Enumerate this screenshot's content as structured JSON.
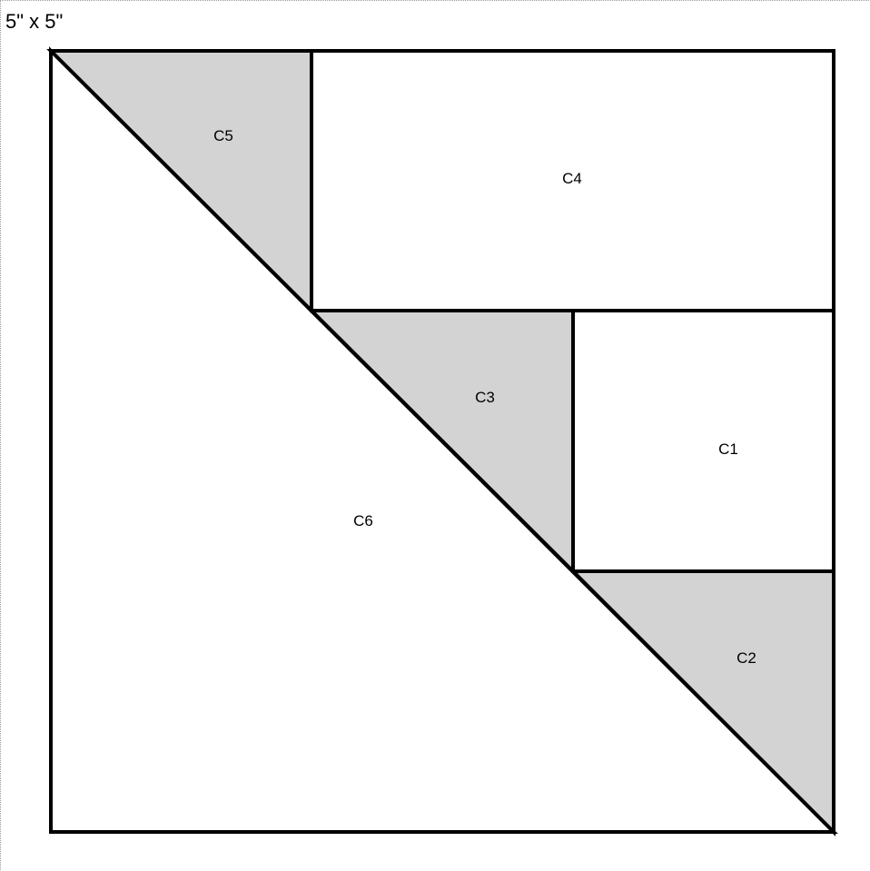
{
  "block": {
    "size_label": "5\" x 5\"",
    "colors": {
      "shaded": "#d3d3d3",
      "plain": "#ffffff",
      "outline": "#000000"
    },
    "pieces": [
      {
        "id": "C1",
        "label": "C1",
        "fill": "plain"
      },
      {
        "id": "C2",
        "label": "C2",
        "fill": "shaded"
      },
      {
        "id": "C3",
        "label": "C3",
        "fill": "shaded"
      },
      {
        "id": "C4",
        "label": "C4",
        "fill": "plain"
      },
      {
        "id": "C5",
        "label": "C5",
        "fill": "shaded"
      },
      {
        "id": "C6",
        "label": "C6",
        "fill": "plain"
      }
    ]
  }
}
